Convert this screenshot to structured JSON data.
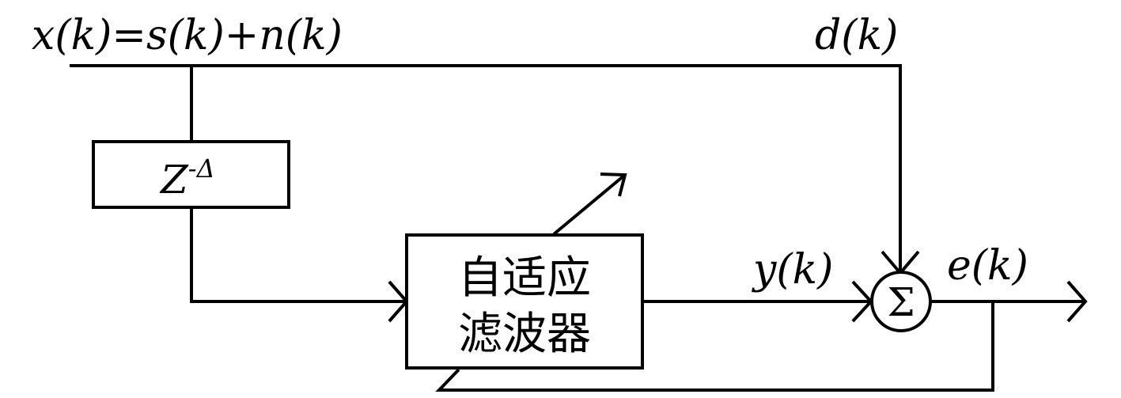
{
  "signals": {
    "input": "x(k)=s(k)+n(k)",
    "desired": "d(k)",
    "output": "y(k)",
    "error": "e(k)"
  },
  "blocks": {
    "delay": {
      "base": "Z",
      "exponent": "-Δ"
    },
    "adaptive_filter": {
      "line1": "自适应",
      "line2": "滤波器"
    },
    "summer": {
      "symbol": "Σ"
    }
  }
}
